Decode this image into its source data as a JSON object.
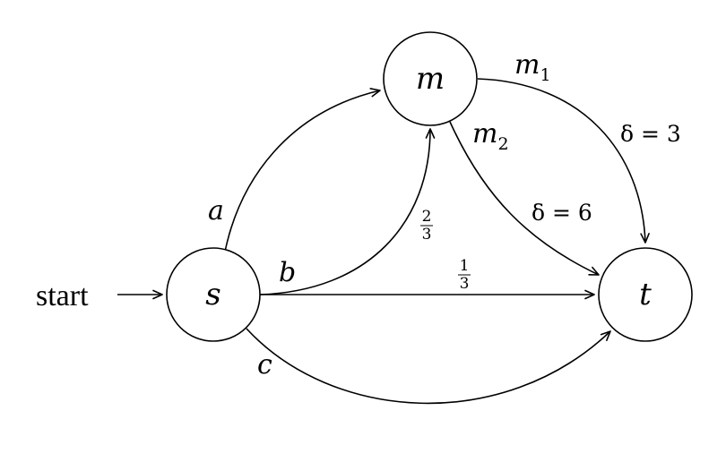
{
  "nodes": {
    "s": {
      "label": "s"
    },
    "m": {
      "label": "m"
    },
    "t": {
      "label": "t"
    }
  },
  "start_label": "start",
  "edges": {
    "a": {
      "label": "a"
    },
    "b": {
      "label": "b",
      "weight_num": "2",
      "weight_den": "3"
    },
    "c": {
      "label": "c"
    },
    "st": {
      "weight_num": "1",
      "weight_den": "3"
    },
    "m1": {
      "base": "m",
      "sub": "1",
      "delta": "δ = 3"
    },
    "m2": {
      "base": "m",
      "sub": "2",
      "delta": "δ = 6"
    }
  }
}
